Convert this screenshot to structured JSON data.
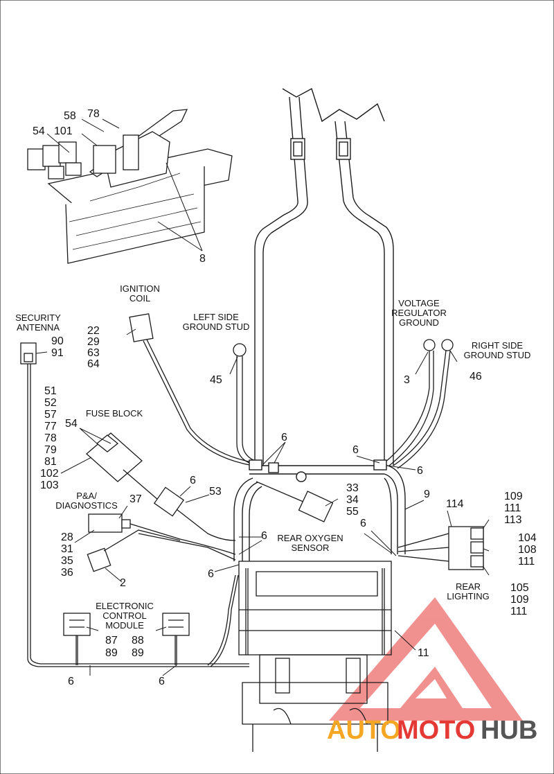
{
  "labels": {
    "security_antenna": [
      "SECURITY",
      "ANTENNA"
    ],
    "ignition_coil": [
      "IGNITION",
      "COIL"
    ],
    "left_ground_stud": [
      "LEFT SIDE",
      "GROUND STUD"
    ],
    "voltage_regulator_ground": [
      "VOLTAGE",
      "REGULATOR",
      "GROUND"
    ],
    "right_ground_stud": [
      "RIGHT SIDE",
      "GROUND STUD"
    ],
    "fuse_block": "FUSE BLOCK",
    "pa_diagnostics": [
      "P&A/",
      "DIAGNOSTICS"
    ],
    "rear_oxygen_sensor": [
      "REAR OXYGEN",
      "SENSOR"
    ],
    "rear_lighting": [
      "REAR",
      "LIGHTING"
    ],
    "ecm": [
      "ELECTRONIC",
      "CONTROL",
      "MODULE"
    ]
  },
  "callouts": {
    "c54_top": "54",
    "c101": "101",
    "c58": "58",
    "c78_top": "78",
    "c8": "8",
    "ign_nums": [
      "22",
      "29",
      "63",
      "64"
    ],
    "antenna_nums": [
      "90",
      "91"
    ],
    "c45": "45",
    "c3": "3",
    "c46": "46",
    "fuse_nums": [
      "51",
      "52",
      "57",
      "77",
      "78",
      "79",
      "81",
      "102",
      "103"
    ],
    "c54_fuse": "54",
    "c6_a": "6",
    "c6_b": "6",
    "c6_c": "6",
    "c6_d": "6",
    "c6_e": "6",
    "c6_f": "6",
    "c6_g": "6",
    "c6_h": "6",
    "c6_i": "6",
    "c53": "53",
    "c37": "37",
    "diag_nums": [
      "28",
      "31",
      "35",
      "36"
    ],
    "c2": "2",
    "o2_nums": [
      "33",
      "34",
      "55"
    ],
    "c9": "9",
    "c114": "114",
    "relay_top": [
      "109",
      "111",
      "113"
    ],
    "relay_mid": [
      "104",
      "108",
      "111"
    ],
    "relay_bot": [
      "105",
      "109",
      "111"
    ],
    "c11": "11",
    "ecm_left": [
      "87",
      "89"
    ],
    "ecm_right": [
      "88",
      "89"
    ]
  },
  "watermark": {
    "part1": "AUTO",
    "part2": "MOTO",
    "part3": "HUB"
  },
  "colors": {
    "line": "#1a1a1a",
    "watermark_red": "#e53935",
    "watermark_orange": "#f5a623",
    "watermark_gray": "#555555"
  }
}
